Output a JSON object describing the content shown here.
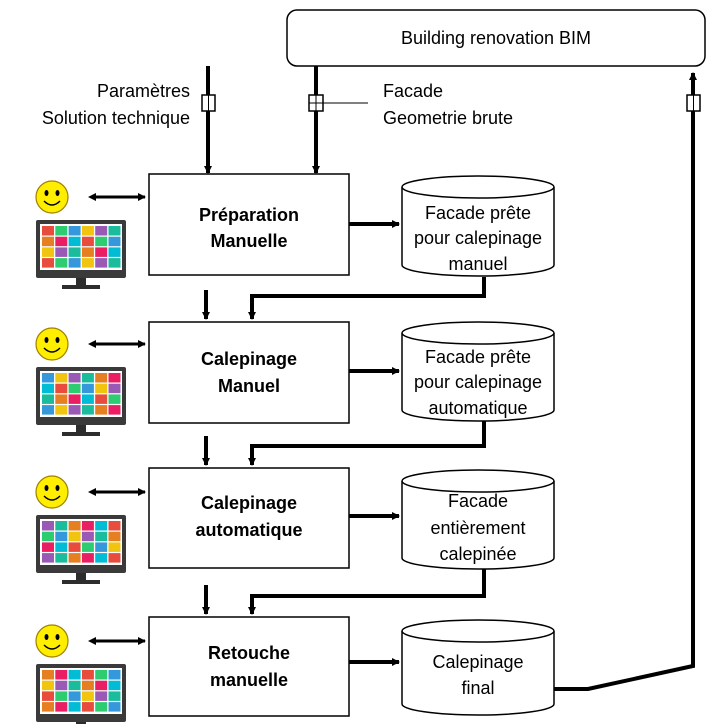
{
  "title_box": {
    "label": "Building renovation BIM"
  },
  "inputs": {
    "left_lines": [
      "Paramètres",
      "Solution technique"
    ],
    "right_lines": [
      "Facade",
      "Geometrie brute"
    ]
  },
  "steps": [
    {
      "lines": [
        "Préparation",
        "Manuelle"
      ]
    },
    {
      "lines": [
        "Calepinage",
        "Manuel"
      ]
    },
    {
      "lines": [
        "Calepinage",
        "automatique"
      ]
    },
    {
      "lines": [
        "Retouche",
        "manuelle"
      ]
    }
  ],
  "stores": [
    {
      "lines": [
        "Facade prête",
        "pour calepinage",
        "manuel"
      ]
    },
    {
      "lines": [
        "Facade prête",
        "pour calepinage",
        "automatique"
      ]
    },
    {
      "lines": [
        "Facade",
        "entièrement",
        "calepinée"
      ]
    },
    {
      "lines": [
        "Calepinage",
        "final"
      ]
    }
  ],
  "colors": {
    "line": "#000000",
    "screen_bezel": "#3a3a3a",
    "smiley": "#ffee00",
    "tiles": [
      "#e74c3c",
      "#2ecc71",
      "#3498db",
      "#f1c40f",
      "#9b59b6",
      "#1abc9c",
      "#e67e22",
      "#e91e63",
      "#00bcd4"
    ]
  },
  "icons": [
    "smiley-icon",
    "monitor-icon",
    "port-icon"
  ]
}
